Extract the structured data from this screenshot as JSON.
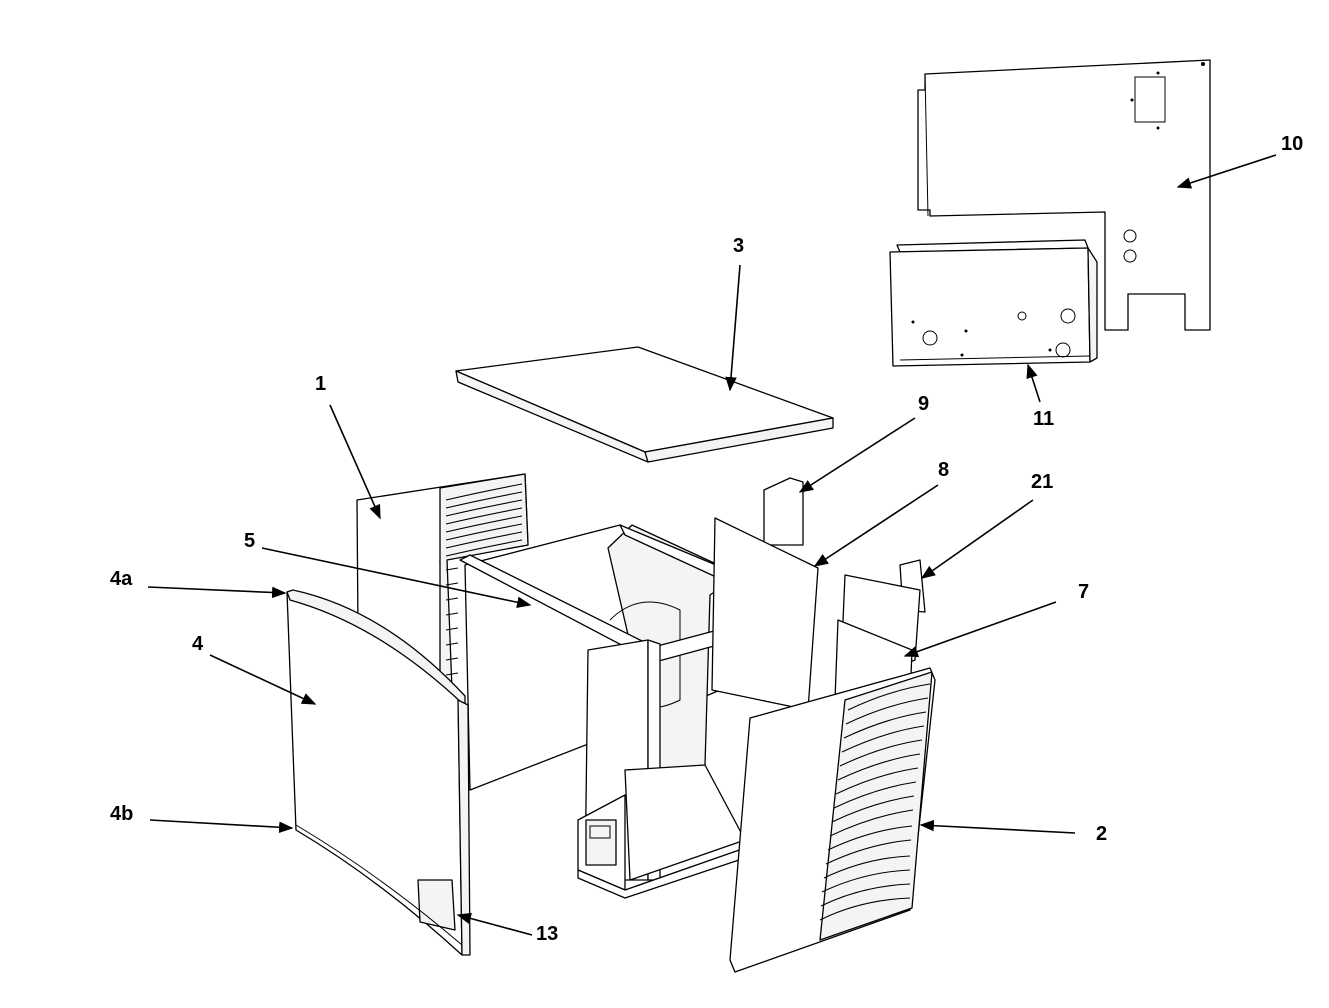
{
  "diagram": {
    "type": "exploded-parts-view",
    "callouts": [
      {
        "id": "c1",
        "label": "1"
      },
      {
        "id": "c2",
        "label": "2"
      },
      {
        "id": "c3",
        "label": "3"
      },
      {
        "id": "c4",
        "label": "4"
      },
      {
        "id": "c4a",
        "label": "4a"
      },
      {
        "id": "c4b",
        "label": "4b"
      },
      {
        "id": "c5",
        "label": "5"
      },
      {
        "id": "c7",
        "label": "7"
      },
      {
        "id": "c8",
        "label": "8"
      },
      {
        "id": "c9",
        "label": "9"
      },
      {
        "id": "c10",
        "label": "10"
      },
      {
        "id": "c11",
        "label": "11"
      },
      {
        "id": "c13",
        "label": "13"
      },
      {
        "id": "c21",
        "label": "21"
      }
    ]
  }
}
